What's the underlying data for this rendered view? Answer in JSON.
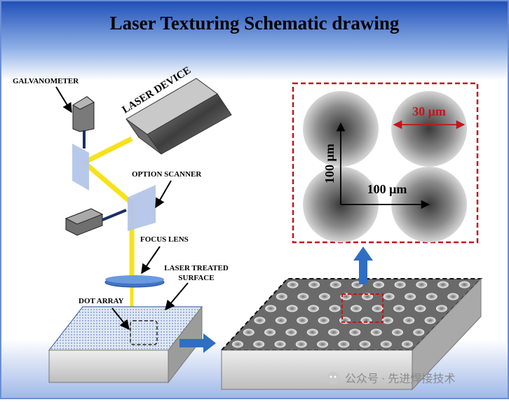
{
  "title": "Laser Texturing Schematic drawing",
  "labels": {
    "galvanometer": "GALVANOMETER",
    "laser_device": "LASER DEVICE",
    "option_scanner": "OPTION SCANNER",
    "focus_lens": "FOCUS LENS",
    "laser_treated_surface_line1": "LASER TREATED",
    "laser_treated_surface_line2": "SURFACE",
    "dot_array": "DOT ARRAY"
  },
  "inset": {
    "dimple_diameter": "30 μm",
    "spacing_vertical": "100 μm",
    "spacing_horizontal": "100 μm"
  },
  "watermark": "公众号 · 先进焊接技术",
  "colors": {
    "beam": "#f7e21a",
    "inset_border": "#c0171c",
    "arrow": "#2e6fc4",
    "mirror": "#b4c5ea",
    "lens": "#4f83cf"
  }
}
